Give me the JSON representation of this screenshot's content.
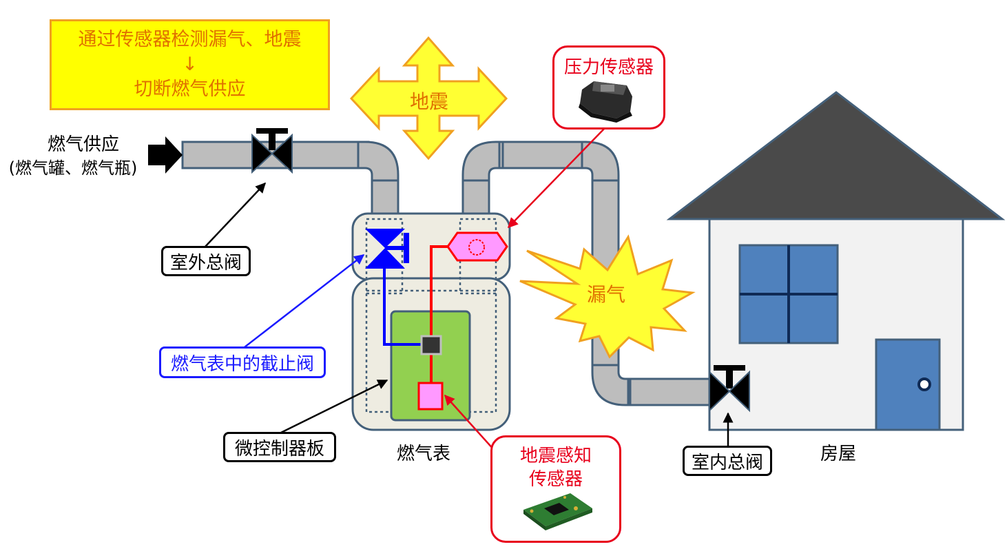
{
  "note": {
    "line1": "通过传感器检测漏气、地震",
    "arrow": "↓",
    "line2": "切断燃气供应"
  },
  "earthquake_label": "地震",
  "leak_label": "漏气",
  "supply": {
    "line1": "燃气供应",
    "line2": "(燃气罐、燃气瓶)"
  },
  "labels": {
    "outdoor_valve": "室外总阀",
    "meter_shutoff_valve": "燃气表中的截止阀",
    "microcontroller_board": "微控制器板",
    "gas_meter": "燃气表",
    "indoor_valve": "室内总阀",
    "house": "房屋",
    "pressure_sensor": "压力传感器",
    "seismic_sensor_line1": "地震感知",
    "seismic_sensor_line2": "传感器"
  },
  "colors": {
    "pipe": "#bdbdbd",
    "pipe_outline": "#44607a",
    "house_roof": "#4a4a4a",
    "house_blue": "#4f81bd",
    "note_fill": "#ffff00",
    "burst_fill": "#ffff33",
    "accent_orange": "#e07000",
    "sensor_pink": "#ff99ff",
    "board_green": "#92d050",
    "valve_blue": "#0000ff",
    "signal_red": "#ff0000"
  }
}
